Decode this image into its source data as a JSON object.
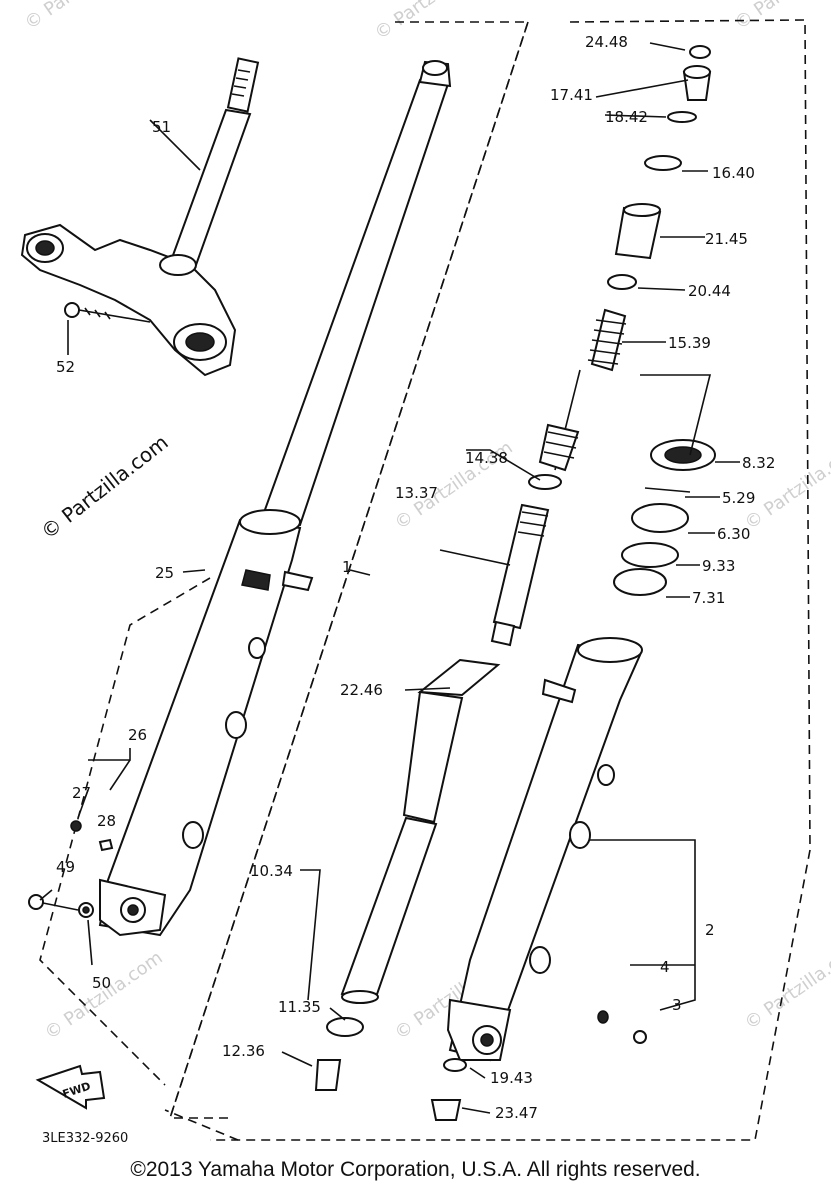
{
  "watermark": "© Partzilla.com",
  "diagram_code": "3LE332-9260",
  "fwd_label": "FWD",
  "copyright": "©2013 Yamaha Motor Corporation, U.S.A. All rights reserved.",
  "labels": {
    "p24": "24.48",
    "p17": "17.41",
    "p18": "18.42",
    "p16": "16.40",
    "p21": "21.45",
    "p20": "20.44",
    "p15": "15.39",
    "p51": "51",
    "p52": "52",
    "p14": "14.38",
    "p13": "13.37",
    "p8": "8.32",
    "p5": "5.29",
    "p6": "6.30",
    "p9": "9.33",
    "p7": "7.31",
    "p25": "25",
    "p1": "1",
    "p22": "22.46",
    "p26": "26",
    "p27": "27",
    "p28": "28",
    "p49": "49",
    "p50": "50",
    "p10": "10.34",
    "p11": "11.35",
    "p12": "12.36",
    "p2": "2",
    "p4": "4",
    "p3": "3",
    "p19": "19.43",
    "p23": "23.47"
  }
}
